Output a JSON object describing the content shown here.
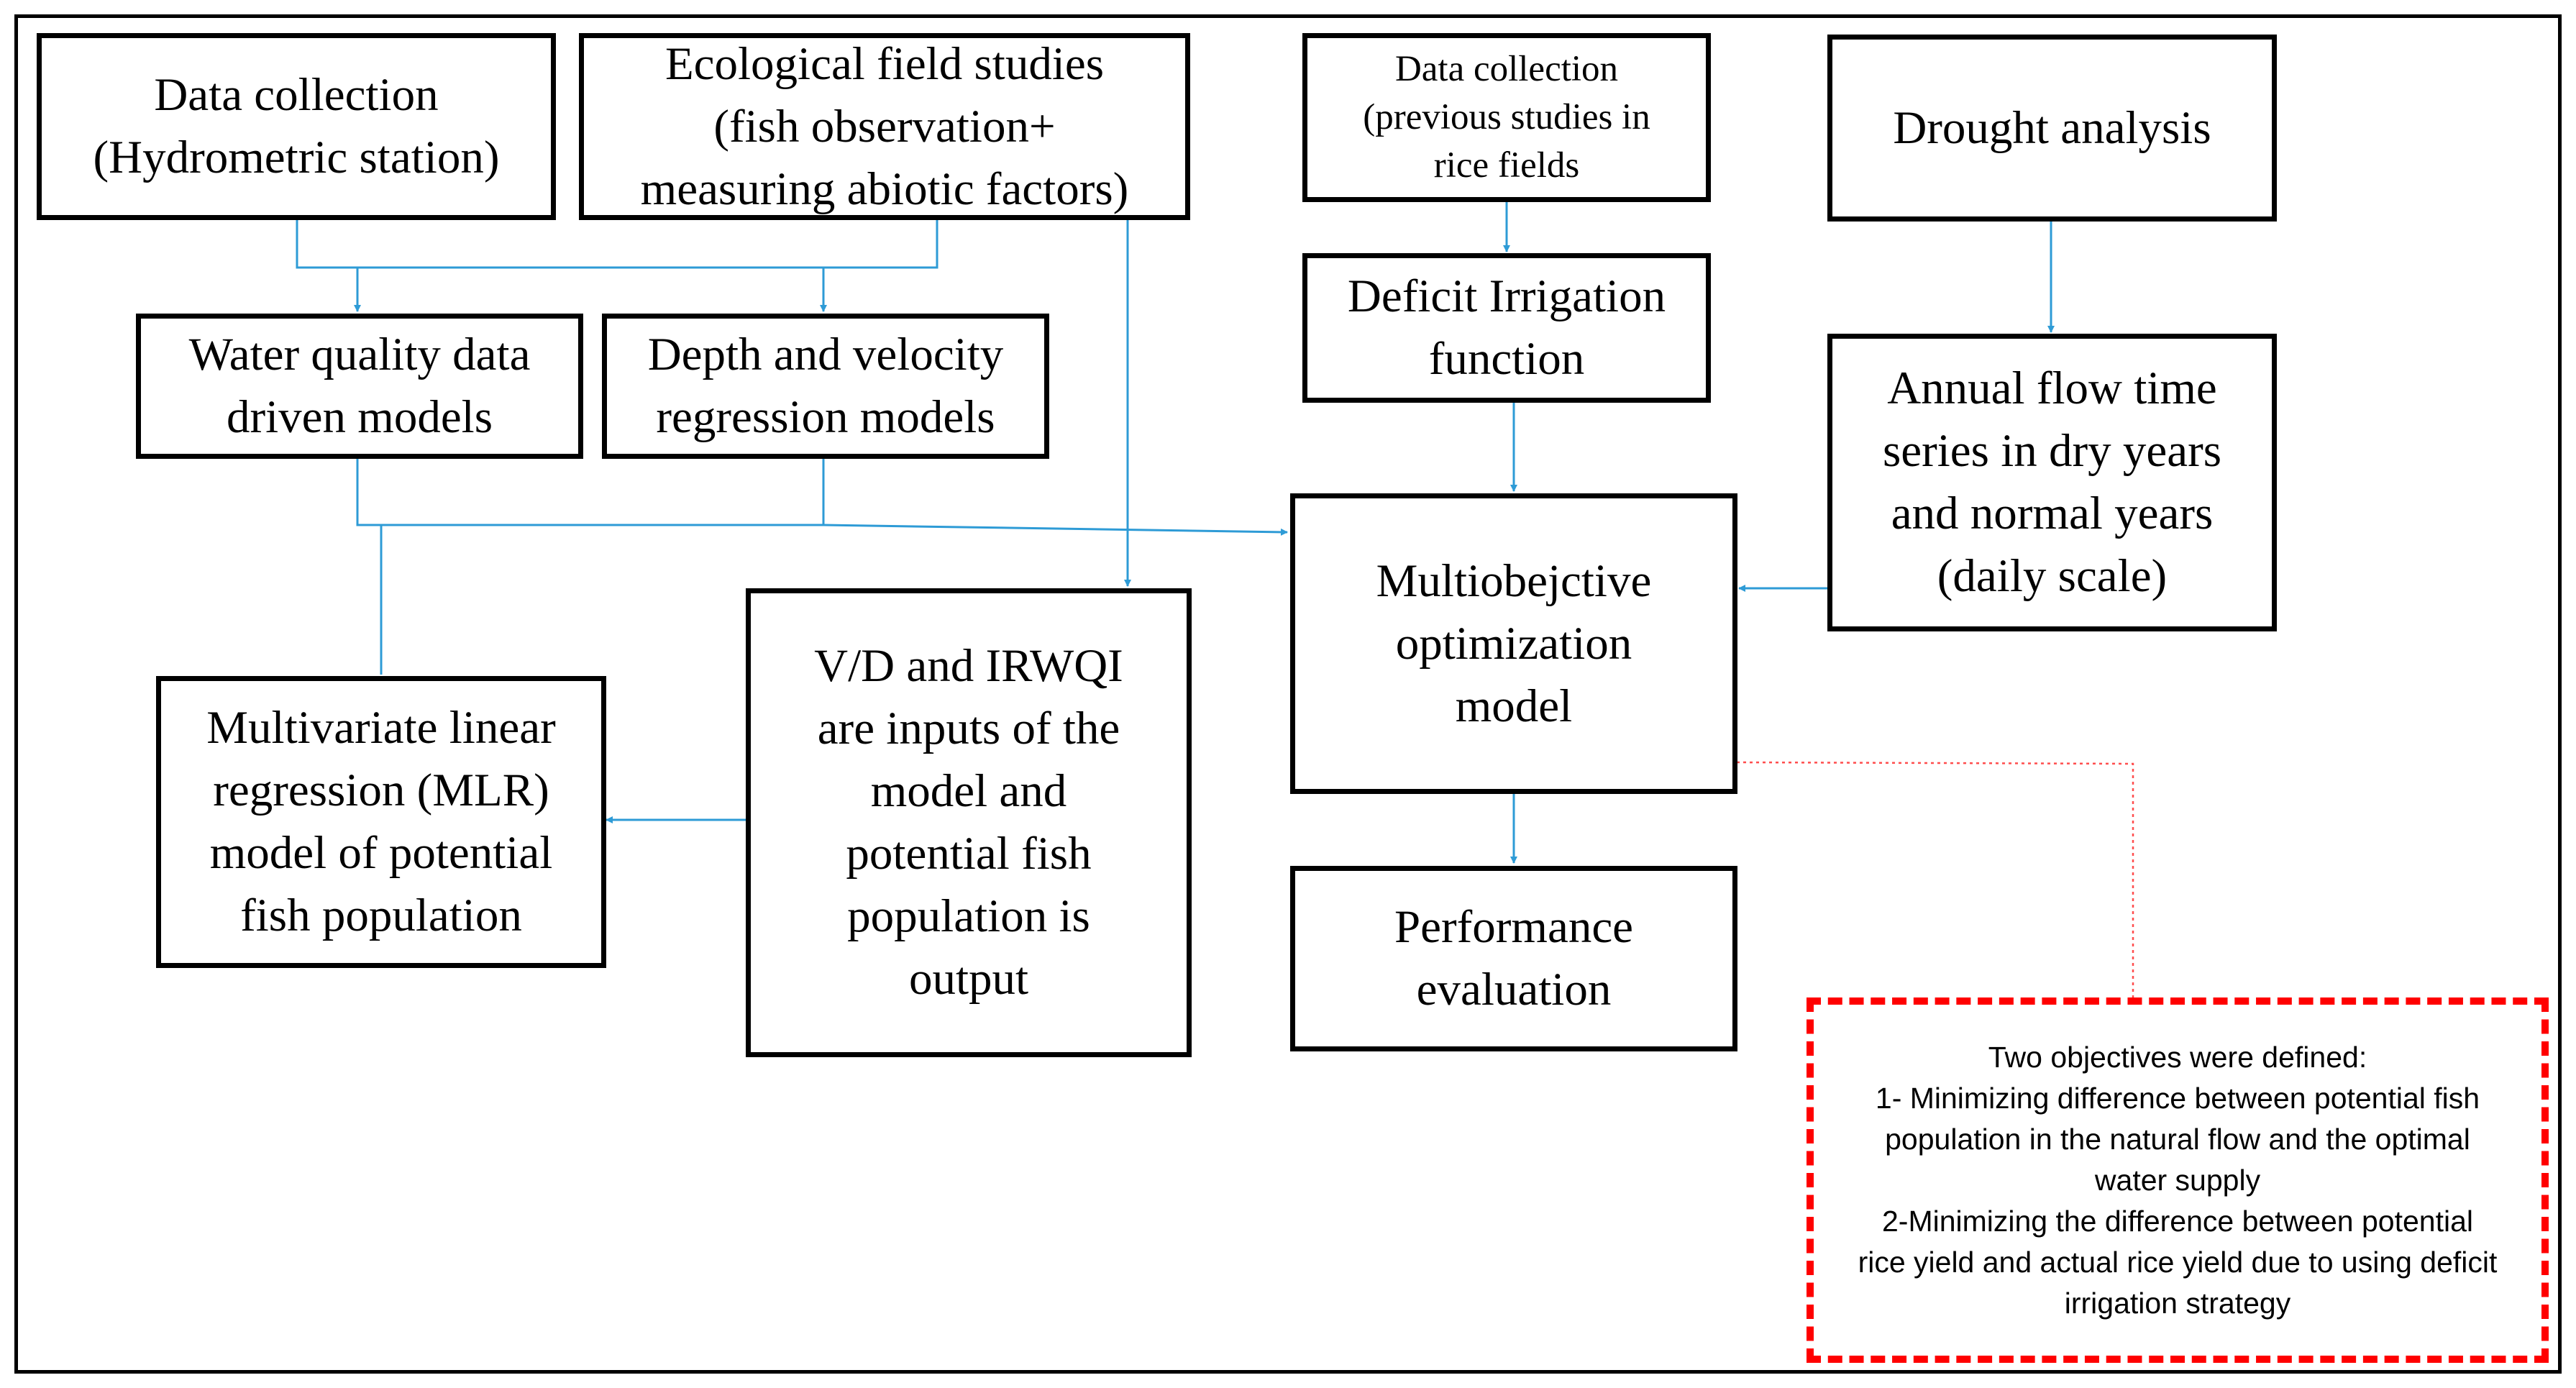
{
  "diagram": {
    "nodes": {
      "data_collection_hydrometric": {
        "text": "Data collection\n(Hydrometric station)"
      },
      "ecological_field_studies": {
        "text": "Ecological field studies\n(fish observation+\nmeasuring abiotic factors)"
      },
      "data_collection_previous": {
        "text": "Data collection\n(previous studies in\nrice fields"
      },
      "drought_analysis": {
        "text": "Drought analysis"
      },
      "water_quality_models": {
        "text": "Water quality data\ndriven models"
      },
      "depth_velocity_models": {
        "text": "Depth and velocity\nregression models"
      },
      "deficit_irrigation": {
        "text": "Deficit Irrigation\nfunction"
      },
      "annual_flow": {
        "text": "Annual flow time\nseries in dry years\nand  normal years\n(daily scale)"
      },
      "multiobjective": {
        "text": "Multiobejctive\noptimization\nmodel"
      },
      "vd_irwqi": {
        "text": "V/D and IRWQI\nare inputs of the\nmodel and\npotential fish\npopulation is\noutput"
      },
      "mlr_model": {
        "text": "Multivariate linear\nregression (MLR)\nmodel of potential\nfish population"
      },
      "performance": {
        "text": "Performance\nevaluation"
      }
    },
    "note": {
      "text": "Two objectives were defined:\n1- Minimizing difference between potential fish\npopulation in the natural flow and the optimal\nwater supply\n2-Minimizing the difference between potential\nrice yield and actual rice yield due to using deficit\nirrigation strategy"
    },
    "edges": [
      {
        "from": "data_collection_hydrometric",
        "to": "water_quality_models"
      },
      {
        "from": "data_collection_hydrometric",
        "to": "depth_velocity_models"
      },
      {
        "from": "ecological_field_studies",
        "to": "water_quality_models"
      },
      {
        "from": "ecological_field_studies",
        "to": "depth_velocity_models"
      },
      {
        "from": "ecological_field_studies",
        "to": "vd_irwqi"
      },
      {
        "from": "water_quality_models",
        "to": "multiobjective"
      },
      {
        "from": "depth_velocity_models",
        "to": "multiobjective"
      },
      {
        "from": "water_quality_models",
        "to": "mlr_model"
      },
      {
        "from": "vd_irwqi",
        "to": "mlr_model"
      },
      {
        "from": "data_collection_previous",
        "to": "deficit_irrigation"
      },
      {
        "from": "deficit_irrigation",
        "to": "multiobjective"
      },
      {
        "from": "drought_analysis",
        "to": "annual_flow"
      },
      {
        "from": "annual_flow",
        "to": "multiobjective"
      },
      {
        "from": "multiobjective",
        "to": "performance"
      },
      {
        "from": "multiobjective",
        "to": "note",
        "style": "dotted"
      }
    ],
    "colors": {
      "arrow": "#2e9bd6",
      "note_border": "#ff0000",
      "box_border": "#000000"
    }
  }
}
